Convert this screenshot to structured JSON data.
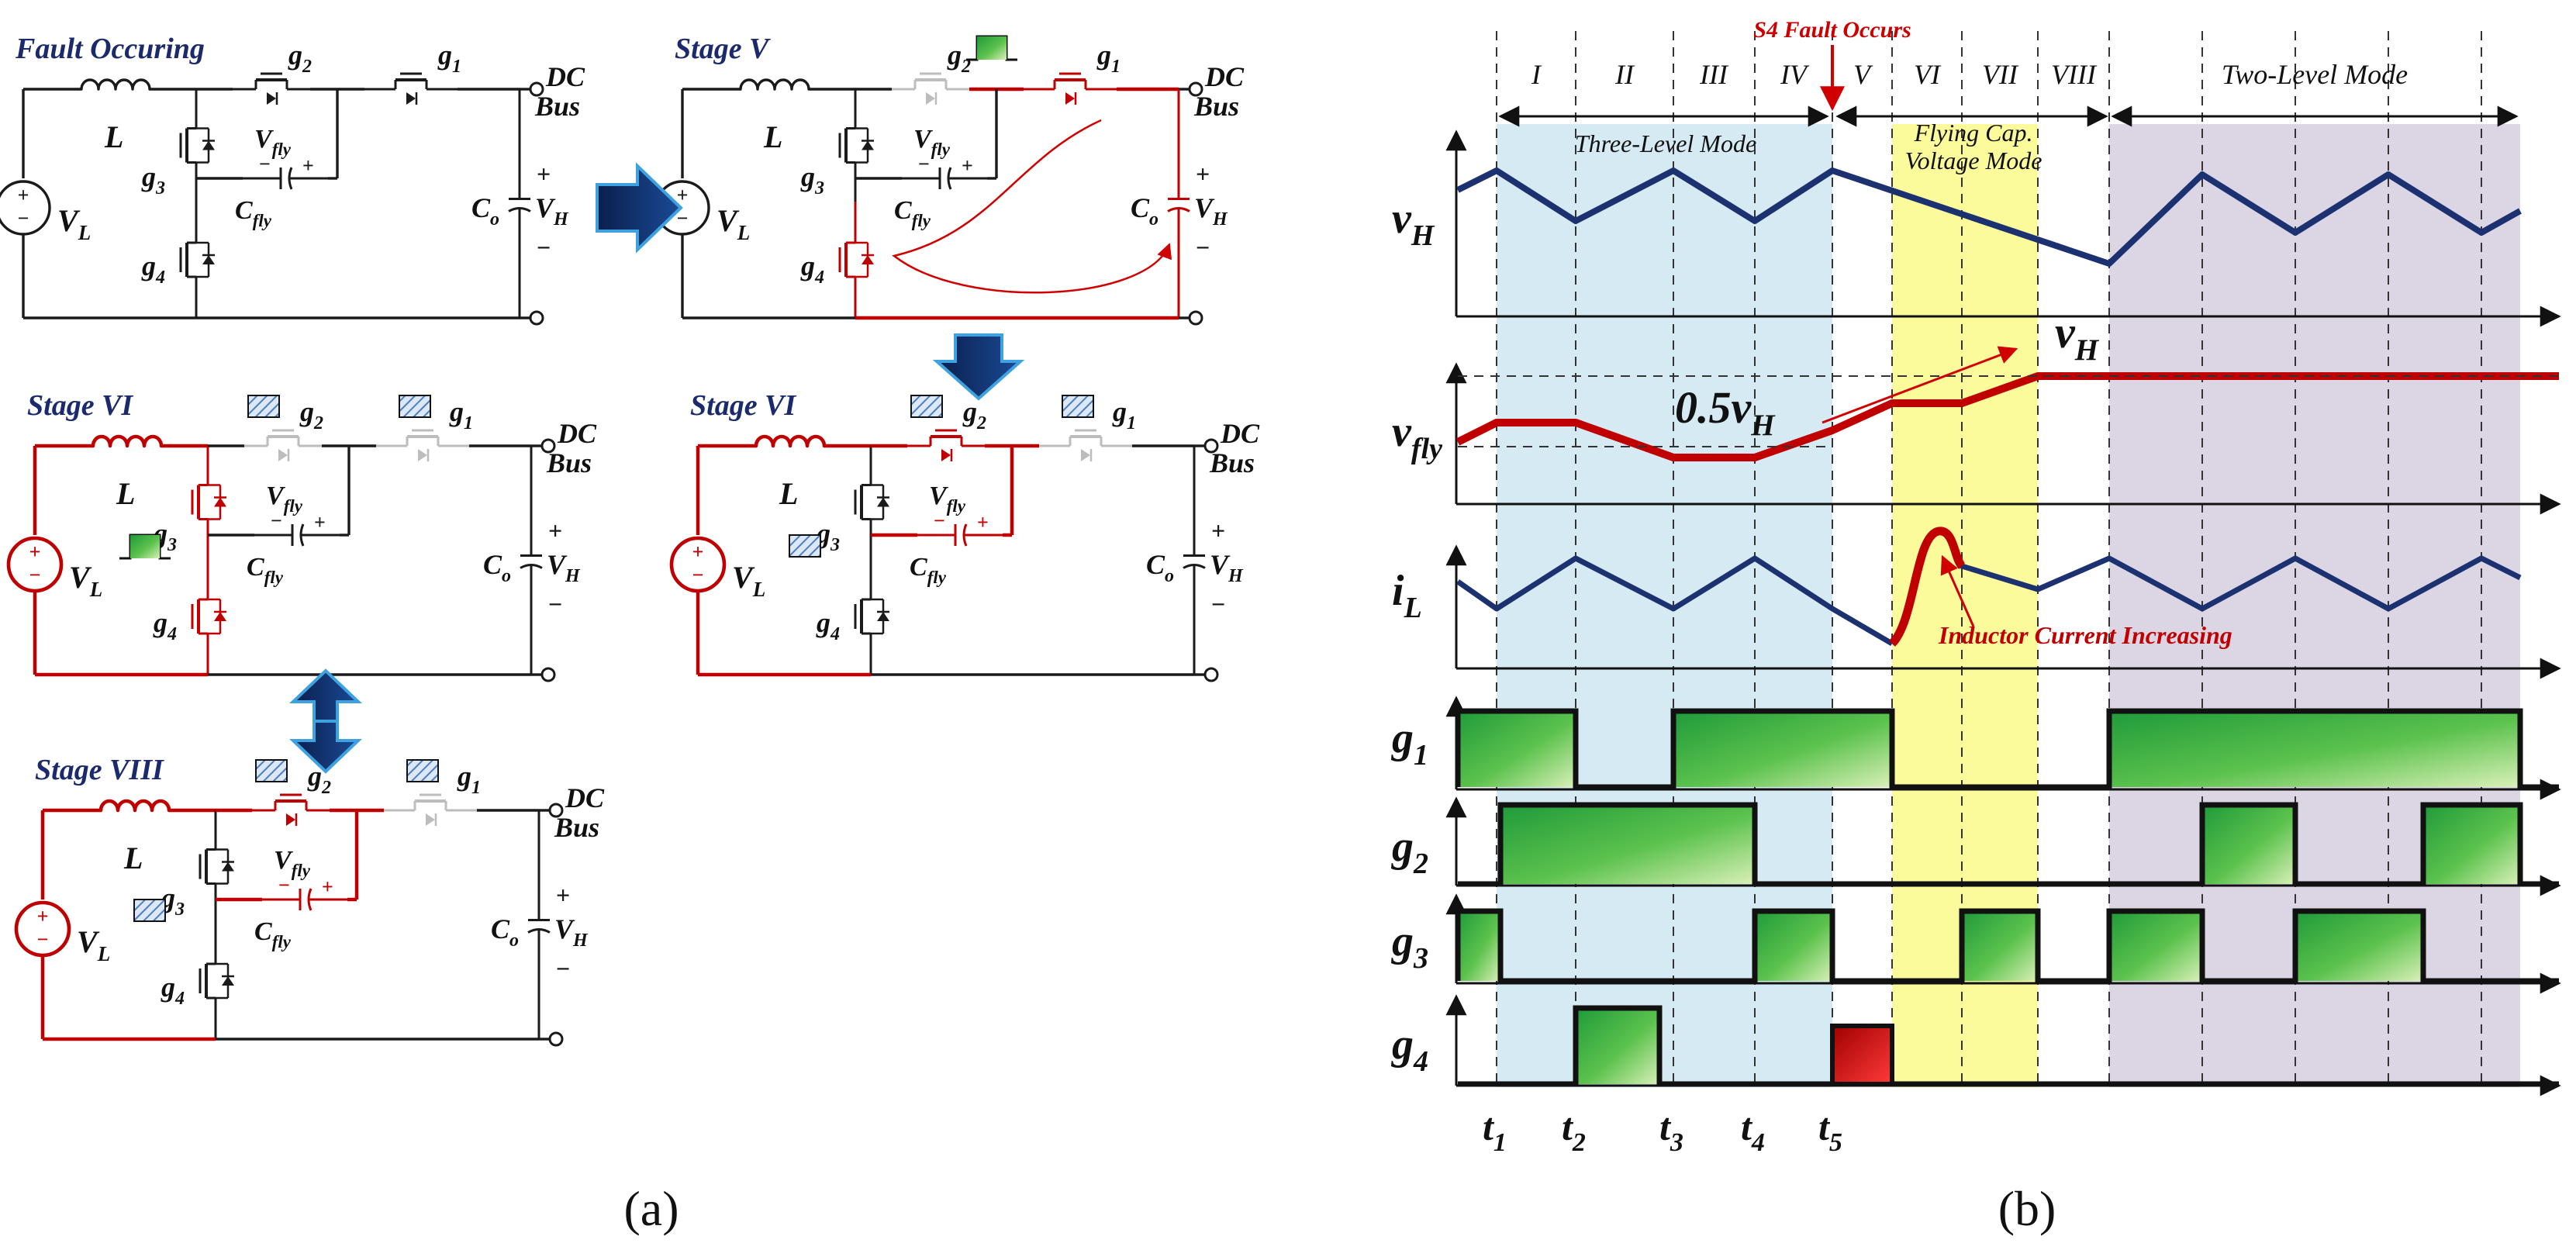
{
  "panel_a": {
    "panel_label": "(a)",
    "circuits": [
      {
        "key": "fault",
        "title": "Fault Occuring"
      },
      {
        "key": "stage5",
        "title": "Stage V"
      },
      {
        "key": "stage6a",
        "title": "Stage VI"
      },
      {
        "key": "stage6b",
        "title": "Stage VI"
      },
      {
        "key": "stage8",
        "title": "Stage VIII"
      }
    ],
    "labels": {
      "inductor": "L",
      "source": "V",
      "source_sub": "L",
      "g1": "g",
      "g1_sub": "1",
      "g2": "g",
      "g2_sub": "2",
      "g3": "g",
      "g3_sub": "3",
      "g4": "g",
      "g4_sub": "4",
      "vfly": "V",
      "vfly_sub": "fly",
      "cfly": "C",
      "cfly_sub": "fly",
      "co": "C",
      "co_sub": "o",
      "vh": "V",
      "vh_sub": "H",
      "dc": "DC",
      "bus": "Bus",
      "plus": "+",
      "minus": "−"
    },
    "colors": {
      "normal": "#1a1a1a",
      "active_path": "#c00000",
      "arrow": "#0d2c66",
      "arrow_edge": "#3fa2e0",
      "gate_on": "#4caf3c",
      "hatch": "#4d7fc0"
    }
  },
  "panel_b": {
    "panel_label": "(b)",
    "fault_label": "S4 Fault Occurs",
    "stages": [
      "I",
      "II",
      "III",
      "IV",
      "V",
      "VI",
      "VII",
      "VIII"
    ],
    "modes": {
      "three_level": "Three-Level Mode",
      "flying_cap_line1": "Flying Cap.",
      "flying_cap_line2": "Voltage Mode",
      "two_level": "Two-Level Mode"
    },
    "signal_labels": {
      "vH": "v",
      "vH_sub": "H",
      "vfly": "v",
      "vfly_sub": "fly",
      "iL": "i",
      "iL_sub": "L",
      "g1": "g",
      "g1_sub": "1",
      "g2": "g",
      "g2_sub": "2",
      "g3": "g",
      "g3_sub": "3",
      "g4": "g",
      "g4_sub": "4"
    },
    "annotations": {
      "half_vh": "0.5v",
      "half_vh_sub": "H",
      "vh_level": "v",
      "vh_level_sub": "H",
      "inductor_current": "Inductor Current Increasing"
    },
    "time_labels": [
      {
        "t": "t",
        "sub": "1"
      },
      {
        "t": "t",
        "sub": "2"
      },
      {
        "t": "t",
        "sub": "3"
      },
      {
        "t": "t",
        "sub": "4"
      },
      {
        "t": "t",
        "sub": "5"
      }
    ],
    "colors": {
      "three_level_bg": "#d5eaf2",
      "flying_cap_bg": "#fbfb9c",
      "two_level_bg": "#dcd6e4",
      "signal": "#1c3270",
      "vfly": "#c00000",
      "gate_fill": "#36b24a",
      "fault_gate": "#cc0000"
    }
  }
}
